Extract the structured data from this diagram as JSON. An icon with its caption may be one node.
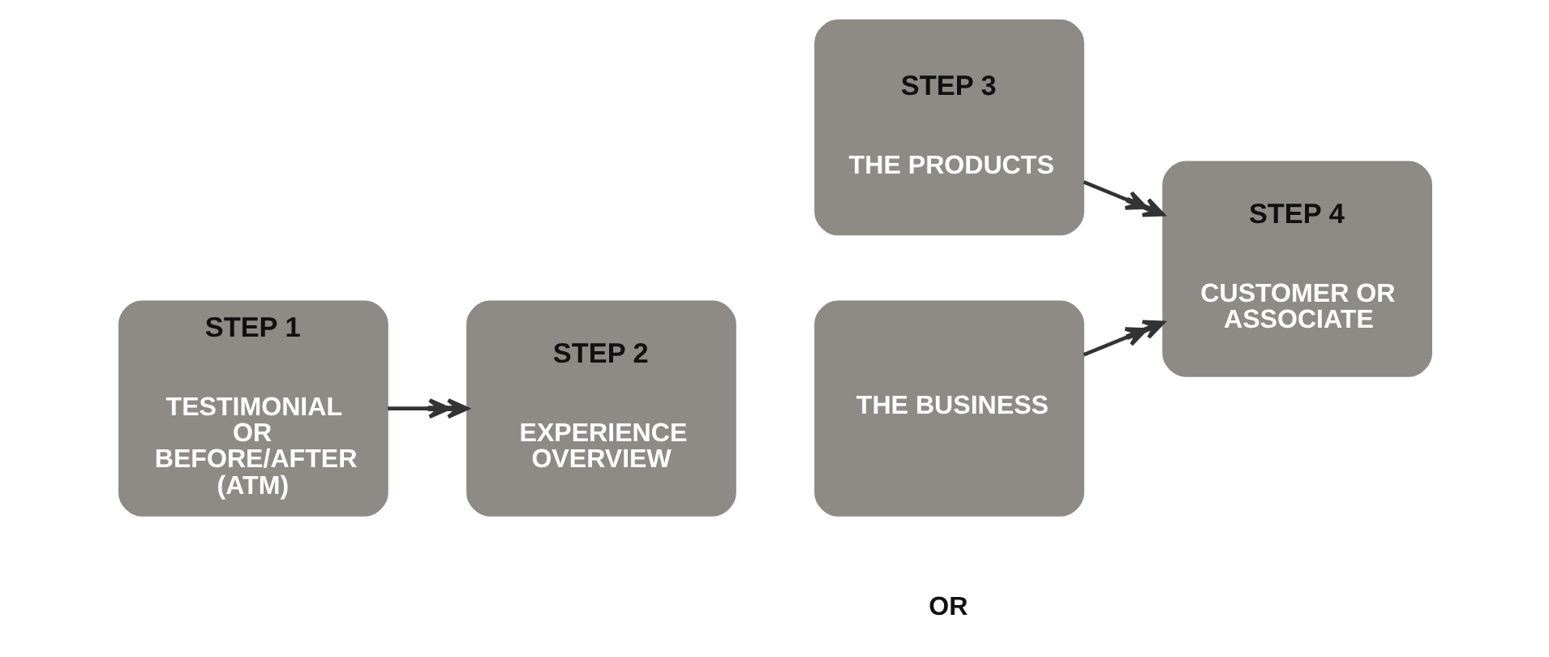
{
  "diagram": {
    "nodes": [
      {
        "text": [
          "STEP 1",
          "TESTIMONIAL OR BEFORE/AFTER (ATM)"
        ]
      },
      {
        "text": [
          "STEP 2",
          "EXPERIENCE OVERVIEW"
        ]
      },
      {
        "text": [
          "STEP 3",
          "THE PRODUCTS"
        ]
      },
      {
        "text": [
          "THE BUSINESS"
        ]
      },
      {
        "text": [
          "STEP 4",
          "CUSTOMER OR ASSOCIATE"
        ]
      }
    ],
    "edges": [
      {
        "from": 0,
        "to": 1,
        "arrow": "to"
      },
      {
        "from": 2,
        "to": 4,
        "arrow": "to"
      },
      {
        "from": 3,
        "to": 4,
        "arrow": "to"
      }
    ],
    "labels": [
      "OR"
    ]
  }
}
